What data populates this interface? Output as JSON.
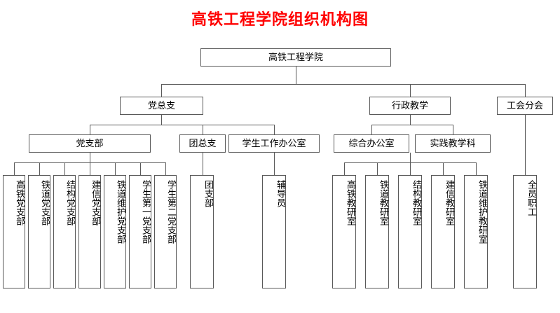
{
  "title": "高铁工程学院组织机构图",
  "title_color": "#FF0000",
  "box_border_color": "#595959",
  "background": "#FFFFFF",
  "nodes": {
    "root": "高铁工程学院",
    "level2": {
      "party_committee": "党总支",
      "admin_teaching": "行政教学",
      "union_branch": "工会分会"
    },
    "level3": {
      "party_branch": "党支部",
      "youth_league": "团总支",
      "student_affairs_office": "学生工作办公室",
      "general_office": "综合办公室",
      "practice_teaching_section": "实践教学科"
    },
    "party_branches": [
      "高铁党支部",
      "铁道党支部",
      "结构党支部",
      "建信党支部",
      "铁道维护党支部",
      "学生第一党支部",
      "学生第二党支部"
    ],
    "league_branch": "团支部",
    "counselor": "辅导员",
    "teaching_rooms": [
      "高铁教研室",
      "铁道教研室",
      "结构教研室",
      "建信教研室",
      "铁道维护教研室"
    ],
    "all_staff": "全员职工"
  }
}
